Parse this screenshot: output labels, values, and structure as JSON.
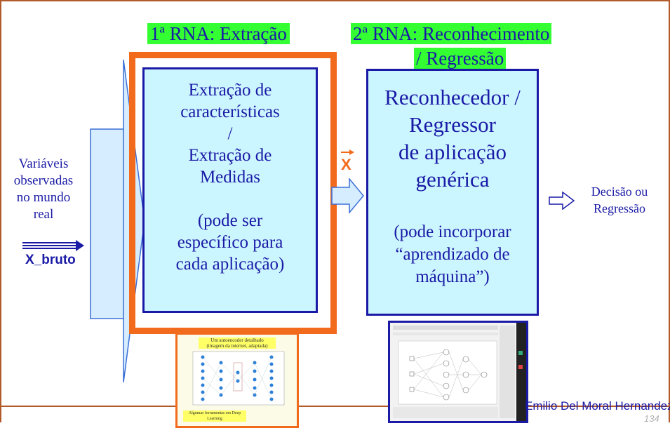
{
  "heading_left": "1ª RNA: Extração",
  "heading_right_line1": "2ª RNA: Reconhecimento",
  "heading_right_line2": "/ Regressão",
  "input_label_lines": [
    "Variáveis",
    "observadas",
    "no mundo",
    "real"
  ],
  "input_vector_label": "X_bruto",
  "feature_vector_label": "x",
  "extractor_lines": [
    "Extração de",
    "características",
    "/",
    "Extração de",
    "Medidas",
    "",
    "(pode ser",
    "específico para",
    "cada aplicação)"
  ],
  "recognizer_lines_main": [
    "Reconhecedor /",
    "Regressor",
    "de aplicação",
    "genérica"
  ],
  "recognizer_lines_sub": [
    "(pode incorporar",
    "“aprendizado de",
    "máquina”)"
  ],
  "output_label_lines": [
    "Decisão ou",
    "Regressão"
  ],
  "thumbnail_left": {
    "title_line1": "Um autoencoder detalhado",
    "title_line2": "(imagem da internet, adaptada)",
    "footer": "Algumas ferramentas em Deep Learning"
  },
  "author": "Emilio Del Moral Hernandez",
  "page_number": "134",
  "colors": {
    "text_blue": "#1a1aa6",
    "highlight_green": "#33ff33",
    "orange_frame": "#f26b1d",
    "box_fill": "#ccf6ff",
    "box_border": "#1a1aa6",
    "arrow_fill": "#d6ecff",
    "arrow_stroke": "#3b6fd6",
    "frame_brown": "#b25a2a"
  }
}
